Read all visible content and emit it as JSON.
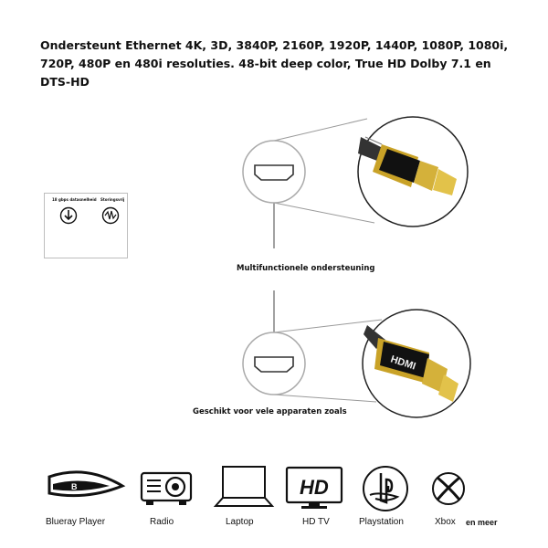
{
  "headline": "Ondersteunt Ethernet 4K, 3D, 3840P, 2160P, 1920P, 1440P, 1080P, 1080i, 720P, 480P en 480i resoluties. 48-bit deep color, True HD Dolby 7.1 en DTS-HD",
  "spec_box": {
    "speed_label": "18 gbps datasnelheid",
    "shield_label": "Storingsvrij",
    "speed_icon": "download-arrow-icon",
    "shield_icon": "signal-shield-icon"
  },
  "captions": {
    "multifunctional": "Multifunctionele ondersteuning",
    "compatible": "Geschikt voor vele apparaten zoals"
  },
  "connector_text": "HDMI",
  "hdtv_text": "HD",
  "devices": [
    {
      "label": "Blueray Player",
      "icon": "bluray-logo-icon"
    },
    {
      "label": "Radio",
      "icon": "projector-radio-icon"
    },
    {
      "label": "Laptop",
      "icon": "laptop-icon"
    },
    {
      "label": "HD TV",
      "icon": "hd-tv-icon"
    },
    {
      "label": "Playstation",
      "icon": "playstation-logo-icon"
    },
    {
      "label": "Xbox",
      "icon": "xbox-logo-icon"
    }
  ],
  "more_label": "en meer",
  "colors": {
    "gold": "#c9a227",
    "cable": "#1a1a1a",
    "line": "#9a9a9a"
  }
}
